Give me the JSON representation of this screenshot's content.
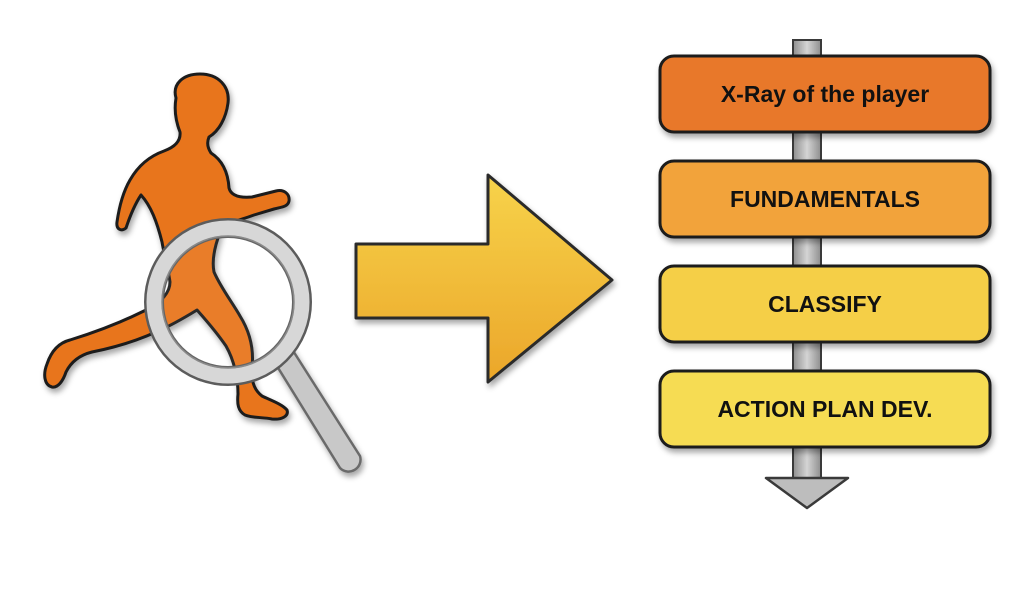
{
  "diagram": {
    "figure": {
      "subject_icon": "running-person-silhouette",
      "tool_icon": "magnifying-glass",
      "subject_color": "#e8741c"
    },
    "arrow": {
      "icon": "right-arrow",
      "color_top": "#f7d34a",
      "color_bottom": "#eba62a"
    },
    "process": {
      "connector_icon": "down-arrow",
      "steps": [
        {
          "label": "X-Ray of the player",
          "fill": "#e8782a"
        },
        {
          "label": "FUNDAMENTALS",
          "fill": "#f2a33a"
        },
        {
          "label": "CLASSIFY",
          "fill": "#f5cf47"
        },
        {
          "label": "ACTION PLAN DEV.",
          "fill": "#f6dc52"
        }
      ]
    }
  }
}
